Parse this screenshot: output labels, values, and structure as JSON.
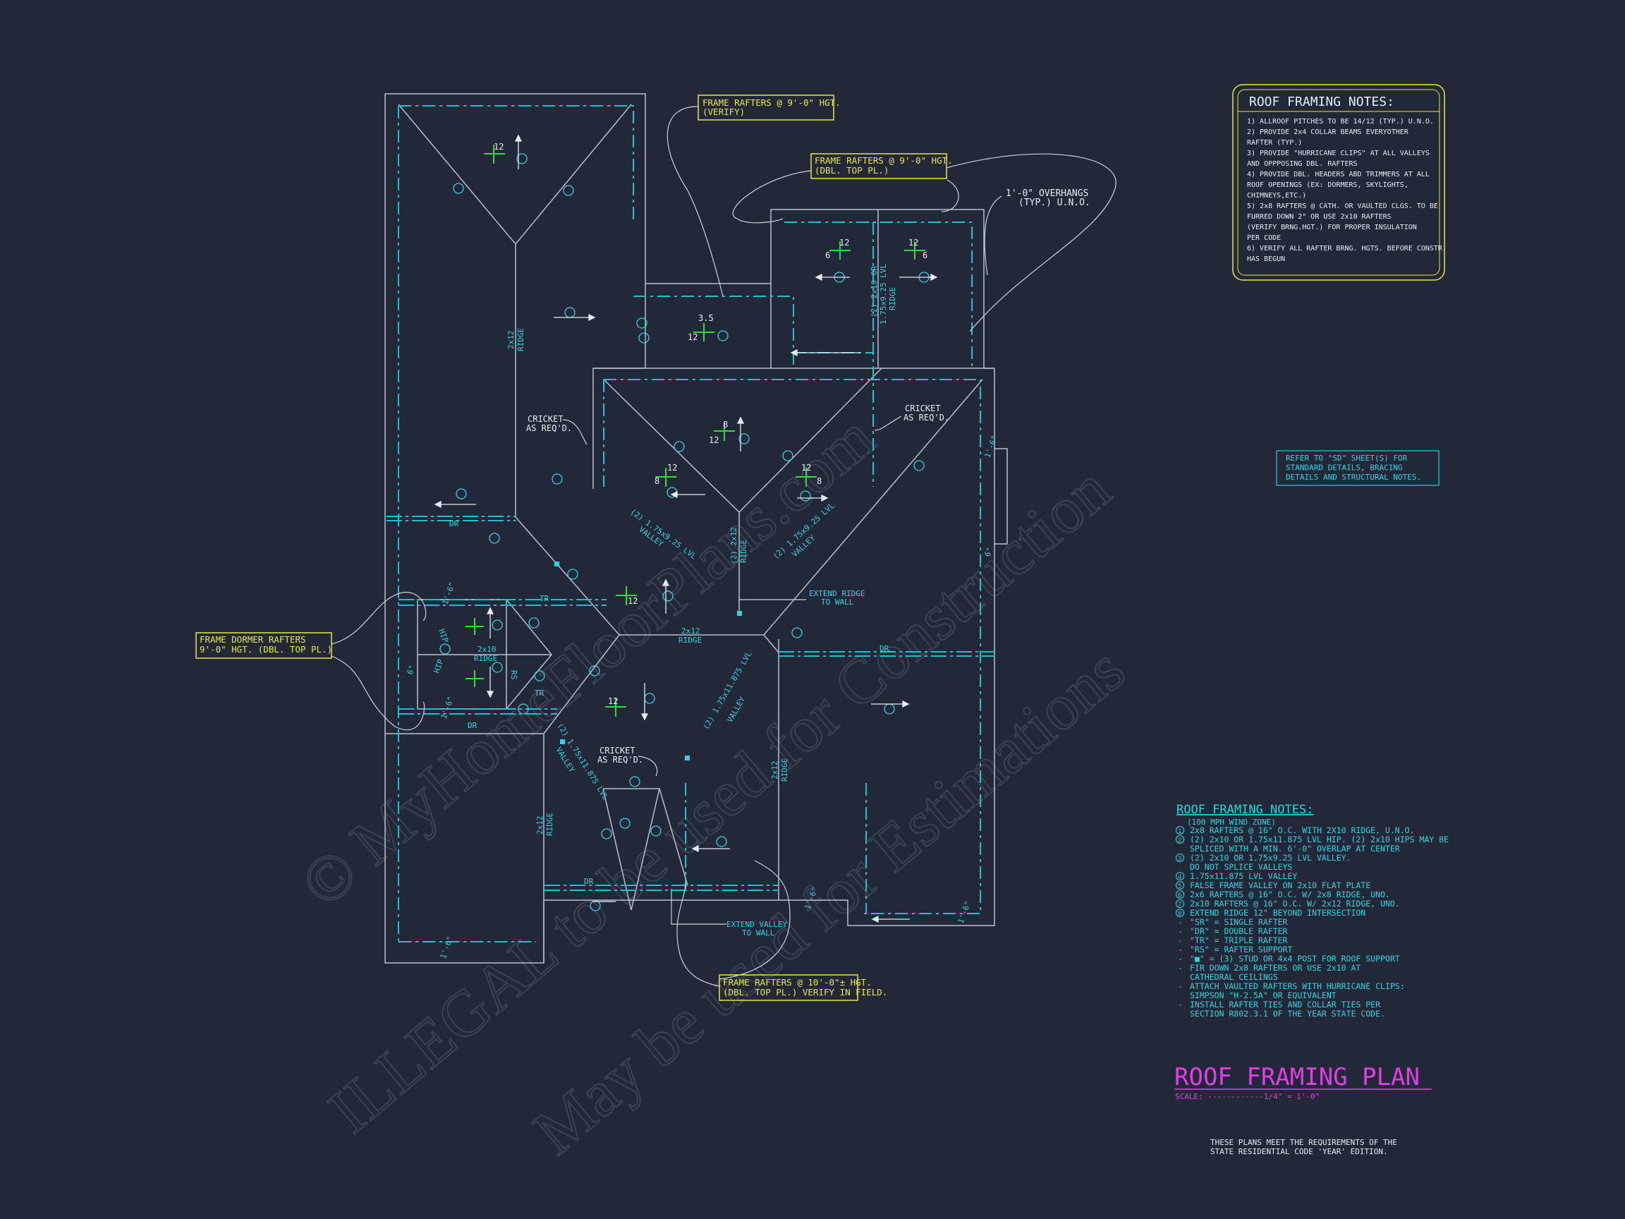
{
  "colors": {
    "background": "#232838",
    "wall": "#b9bfcc",
    "dash": "#17c3d0",
    "cyan_text": "#2fd4e0",
    "white_text": "#e8ecf2",
    "yellow": "#e6e83c",
    "magenta": "#e23ee8",
    "green": "#36d83a",
    "watermark": "#3a4052"
  },
  "callouts": {
    "c1": "FRAME RAFTERS @ 9'-0\" HGT.",
    "c1b": "(VERIFY)",
    "c2": "FRAME RAFTERS @ 9'-0\" HGT.",
    "c2b": "(DBL. TOP PL.)",
    "c3": "FRAME DORMER RAFTERS",
    "c3b": "9'-0\" HGT. (DBL. TOP PL.)",
    "c4": "FRAME RAFTERS @ 10'-0\"± HGT.",
    "c4b": "(DBL. TOP PL.) VERIFY IN FIELD."
  },
  "labels": {
    "overhang1": "1'-0\" OVERHANGS",
    "overhang2": "(TYP.) U.N.O.",
    "cricket": "CRICKET",
    "cricket_b": "AS REQ'D.",
    "extend_ridge": "EXTEND RIDGE",
    "to_wall": "TO WALL",
    "extend_valley": "EXTEND VALLEY",
    "ridge_2x12": "2x12",
    "ridge": "RIDGE",
    "ridge_2x10": "2x10",
    "dr": "DR",
    "tr": "TR",
    "rs": "RS",
    "lvl_valley": "(2) 1.75x9.25 LVL",
    "valley": "VALLEY",
    "lvl_hip": "(2) 1.75x11.875 LVL",
    "double_ridge": "(2) 2x12",
    "dbl_lvl": "(2) 2x10 OR",
    "dbl_lvl_b": "1.75x9.25 LVL",
    "hip": "HIP",
    "pitch_12": "12",
    "pitch_6": "6",
    "pitch_8": "8",
    "pitch_35": "3.5",
    "oh_16": "1'-6\"",
    "oh_6": "6\"",
    "oh_16b": "1'-6\""
  },
  "box_notes": {
    "title": "ROOF FRAMING NOTES:",
    "items": [
      "1) ALLROOF PITCHES TO BE  14/12 (TYP.) U.N.O.",
      "2) PROVIDE 2x4 COLLAR BEAMS EVERYOTHER",
      "    RAFTER (TYP.)",
      "3) PROVIDE \"HURRICANE CLIPS\" AT ALL VALLEYS",
      "    AND OPPPOSING DBL. RAFTERS",
      "4) PROVIDE DBL. HEADERS ABD TRIMMERS AT ALL",
      "    ROOF OPENINGS (EX: DORMERS, SKYLIGHTS,",
      "    CHIMNEYS,ETC.)",
      "5) 2x8 RAFTERS @ CATH. OR VAULTED CLGS. TO BE",
      "    FURRED DOWN 2\" OR USE 2x10 RAFTERS",
      "    (VERIFY BRNG.HGT.) FOR PROPER INSULATION",
      "    PER CODE",
      "6) VERIFY ALL RAFTER BRNG. HGTS. BEFORE CONSTR.",
      "    HAS BEGUN"
    ]
  },
  "refer_note": [
    "REFER TO \"SD\"  SHEET(S) FOR",
    "STANDARD DETAILS, BRACING",
    "DETAILS AND STRUCTURAL NOTES."
  ],
  "legend": {
    "title": "ROOF FRAMING NOTES:",
    "subtitle": "(100 MPH WIND ZONE)",
    "lines": [
      "2x8 RAFTERS @ 16\" O.C. WITH 2X10 RIDGE, U.N.O.",
      "(2) 2x10 OR 1.75x11.875 LVL HIP. (2) 2x10 HIPS MAY BE",
      "SPLICED WITH A MIN. 6'-0\" OVERLAP AT CENTER",
      "(2) 2x10 OR 1.75x9.25 LVL VALLEY.",
      "DO NOT SPLICE VALLEYS",
      "1.75x11.875 LVL VALLEY",
      "FALSE FRAME VALLEY ON 2x10 FLAT PLATE",
      "2x6 RAFTERS @ 16\" O.C. W/ 2x8 RIDGE, UNO.",
      "2x10 RAFTERS @ 16\" O.C. W/ 2x12 RIDGE, UNO.",
      "EXTEND RIDGE 12\" BEYOND INTERSECTION",
      "\"SR\" = SINGLE RAFTER",
      "\"DR\" = DOUBLE RAFTER",
      "\"TR\" = TRIPLE RAFTER",
      "\"RS\" = RAFTER SUPPORT",
      "\"■\" = (3) STUD OR 4x4 POST FOR ROOF SUPPORT",
      "FIR DOWN 2x8 RAFTERS OR USE 2x10 AT",
      "CATHEDRAL CEILINGS",
      "ATTACH VAULTED RAFTERS WITH HURRICANE CLIPS:",
      "SIMPSON \"H-2.5A\" OR EQUIVALENT",
      "INSTALL RAFTER TIES AND COLLAR TIES PER",
      "SECTION R802.3.1 OF THE YEAR STATE CODE."
    ],
    "markers": [
      "1",
      "2",
      "",
      "3",
      "",
      "4",
      "5",
      "6",
      "7",
      "8",
      "-",
      "-",
      "-",
      "-",
      "-",
      "-",
      "",
      "-",
      "",
      "-",
      ""
    ]
  },
  "title_block": {
    "title": "ROOF FRAMING PLAN",
    "scale": "SCALE: ------------1/4\" = 1'-0\"",
    "code_note_1": "THESE PLANS MEET THE REQUIREMENTS OF THE",
    "code_note_2": "STATE RESIDENTIAL CODE 'YEAR' EDITION."
  },
  "watermark": {
    "w1": "© MyHomeFloorPlans.com",
    "w2": "ILLEGAL to be used for Construction",
    "w3": "May be used for Estimations"
  }
}
